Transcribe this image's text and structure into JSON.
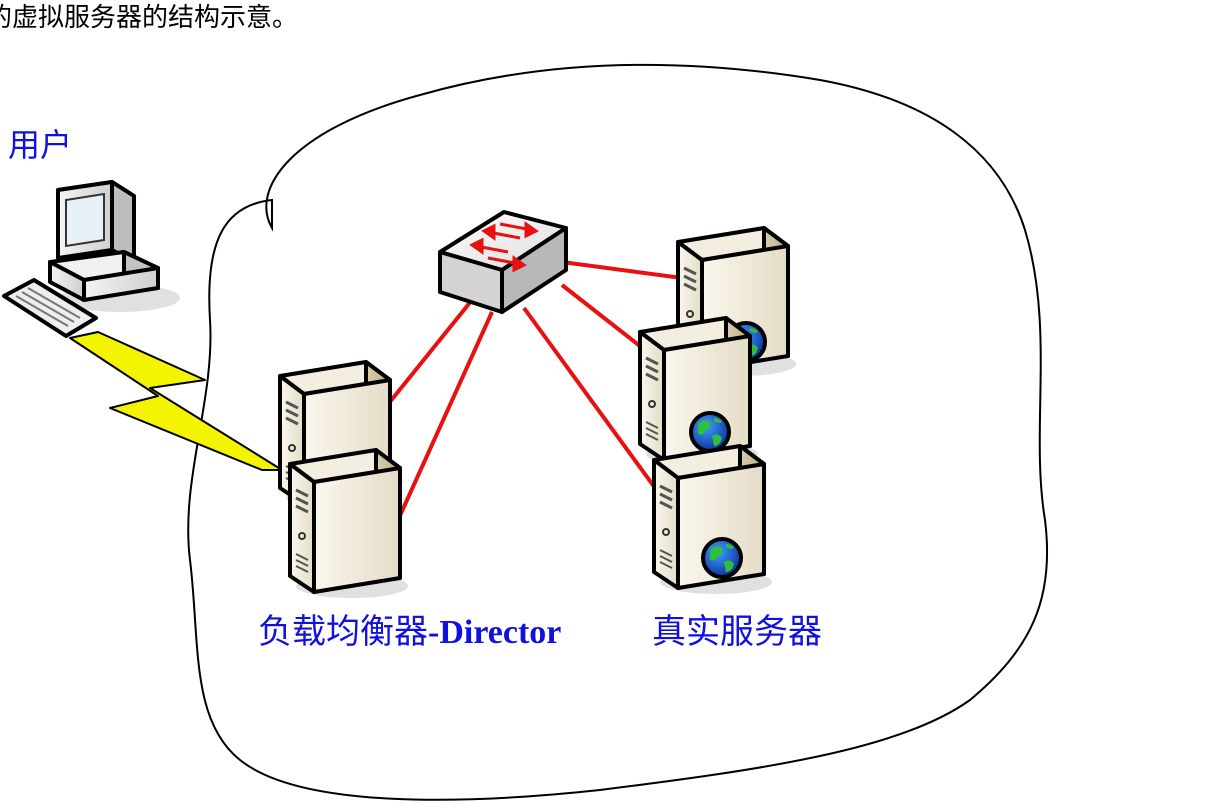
{
  "caption": "的虚拟服务器的结构示意。",
  "labels": {
    "user": "用户",
    "director_cn": "负载均衡器",
    "director_latin": "-Director",
    "real_servers": "真实服务器"
  },
  "colors": {
    "label_text": "#1010e0",
    "link_lines": "#e81010",
    "lightning": "#f4f400",
    "outline": "#000000"
  },
  "icons": {
    "user": "desktop-computer-icon",
    "switch": "network-switch-icon",
    "director": "server-tower-icon",
    "real_server": "web-server-globe-icon"
  }
}
